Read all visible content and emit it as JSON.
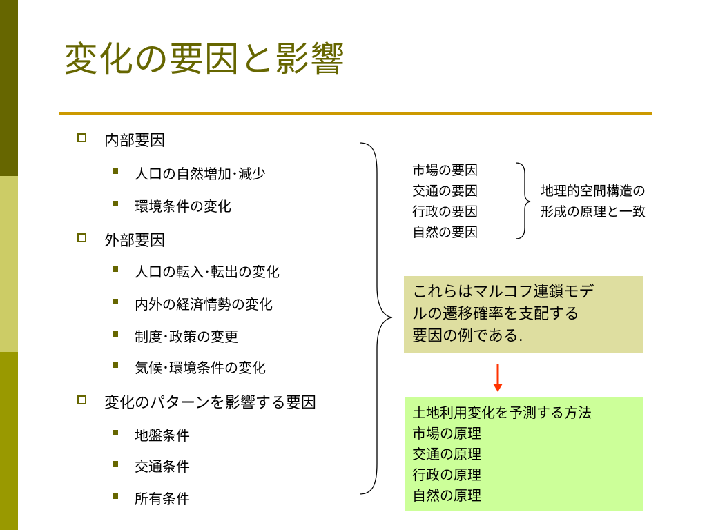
{
  "title": "変化の要因と影響",
  "outline": {
    "internal": {
      "label": "内部要因",
      "items": [
        "人口の自然増加･減少",
        "環境条件の変化"
      ]
    },
    "external": {
      "label": "外部要因",
      "items": [
        "人口の転入･転出の変化",
        "内外の経済情勢の変化",
        "制度･政策の変更",
        "気候･環境条件の変化"
      ]
    },
    "pattern": {
      "label": "変化のパターンを影響する要因",
      "items": [
        "地盤条件",
        "交通条件",
        "所有条件"
      ]
    }
  },
  "factors": [
    "市場の要因",
    "交通の要因",
    "行政の要因",
    "自然の要因"
  ],
  "principle": [
    "地理的空間構造の",
    "形成の原理と一致"
  ],
  "markov_box": {
    "lines": [
      "これらはマルコフ連鎖モデ",
      "ルの遷移確率を支配する",
      "要因の例である."
    ],
    "color": "#dedea0"
  },
  "method_box": {
    "lines": [
      "土地利用変化を予測する方法",
      "市場の原理",
      "交通の原理",
      "行政の原理",
      "自然の原理"
    ],
    "color": "#ccff99"
  },
  "colors": {
    "title": "#666600",
    "rule": "#cc9900",
    "arrow": "#ff3300",
    "sidebar": [
      "#666600",
      "#cccc66",
      "#999900"
    ]
  }
}
